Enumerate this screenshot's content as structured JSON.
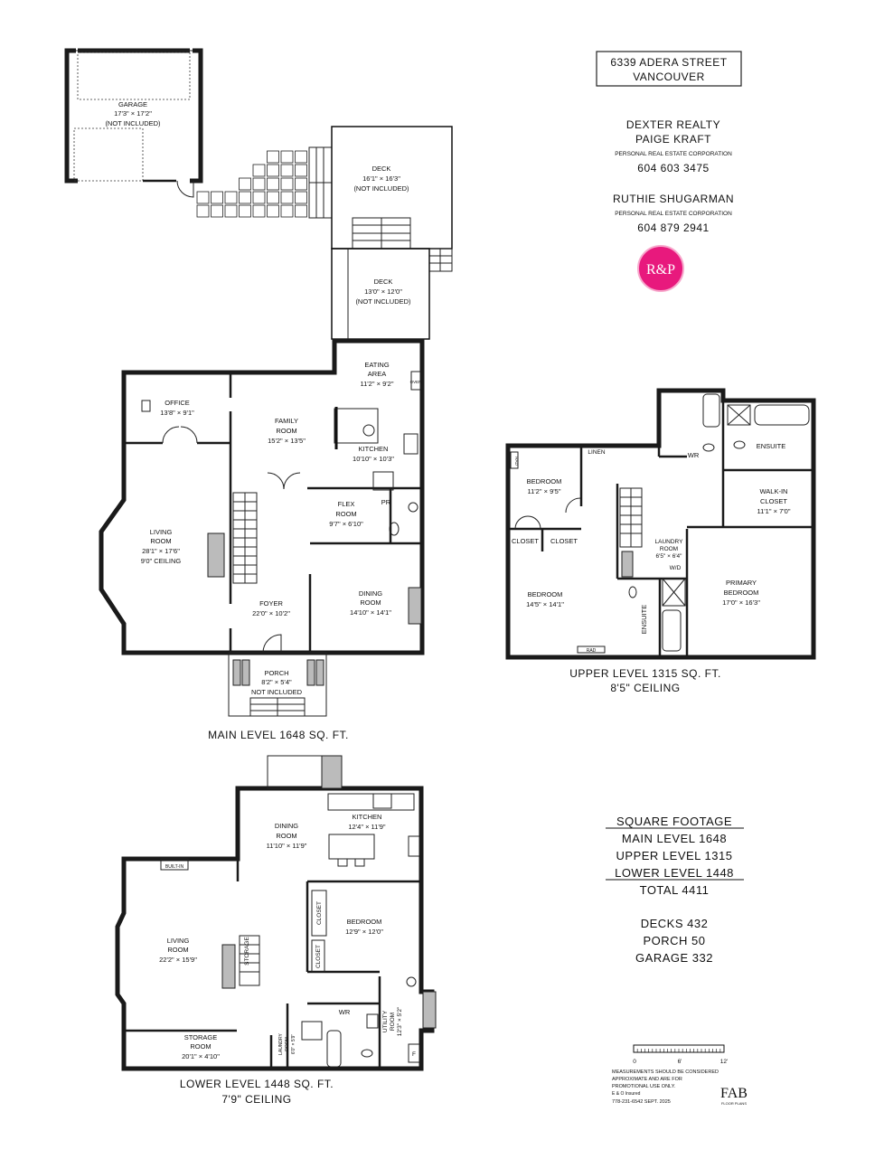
{
  "header": {
    "address_line1": "6339 ADERA STREET",
    "address_line2": "VANCOUVER",
    "brokerage": "DEXTER REALTY",
    "agent1_name": "PAIGE KRAFT",
    "agent1_corp": "PERSONAL REAL ESTATE CORPORATION",
    "agent1_phone": "604 603 3475",
    "agent2_name": "RUTHIE SHUGARMAN",
    "agent2_corp": "PERSONAL REAL ESTATE CORPORATION",
    "agent2_phone": "604 879 2941",
    "logo_text": "R&P",
    "logo_color": "#e8197d"
  },
  "exterior": {
    "garage": {
      "name": "GARAGE",
      "size": "17'3\" × 17'2\"",
      "note": "(NOT INCLUDED)"
    },
    "deck_upper": {
      "name": "DECK",
      "size": "16'1\" × 16'3\"",
      "note": "(NOT INCLUDED)"
    },
    "deck_lower": {
      "name": "DECK",
      "size": "13'0\" × 12'0\"",
      "note": "(NOT INCLUDED)"
    }
  },
  "main_level": {
    "title": "MAIN LEVEL 1648 SQ. FT.",
    "rooms": {
      "office": {
        "name": "OFFICE",
        "size": "13'8\" × 9'1\""
      },
      "family": {
        "name1": "FAMILY",
        "name2": "ROOM",
        "size": "15'2\" × 13'5\""
      },
      "eating": {
        "name1": "EATING",
        "name2": "AREA",
        "size": "11'2\" × 9'2\""
      },
      "kitchen": {
        "name": "KITCHEN",
        "size": "10'10\" × 10'3\""
      },
      "living": {
        "name1": "LIVING",
        "name2": "ROOM",
        "size": "28'1\" × 17'6\"",
        "ceiling": "9'0\" CEILING"
      },
      "flex": {
        "name1": "FLEX",
        "name2": "ROOM",
        "size": "9'7\" × 6'10\""
      },
      "powder": {
        "name": "PR"
      },
      "foyer": {
        "name": "FOYER",
        "size": "22'0\" × 10'2\""
      },
      "dining": {
        "name1": "DINING",
        "name2": "ROOM",
        "size": "14'10\" × 14'1\""
      },
      "porch": {
        "name": "PORCH",
        "size": "8'2\" × 5'4\"",
        "note": "NOT INCLUDED"
      },
      "oven": {
        "name": "OVEN"
      }
    }
  },
  "upper_level": {
    "title": "UPPER LEVEL 1315 SQ. FT.",
    "ceiling": "8'5\" CEILING",
    "rooms": {
      "bedroom1": {
        "name": "BEDROOM",
        "size": "11'2\" × 9'5\""
      },
      "closet1": {
        "name": "CLOSET"
      },
      "closet2": {
        "name": "CLOSET"
      },
      "linen": {
        "name": "LINEN"
      },
      "bedroom2": {
        "name": "BEDROOM",
        "size": "14'5\" × 14'1\""
      },
      "ensuite1": {
        "name": "ENSUITE"
      },
      "wr": {
        "name": "WR"
      },
      "ensuite2": {
        "name": "ENSUITE"
      },
      "walkin": {
        "name1": "WALK-IN",
        "name2": "CLOSET",
        "size": "11'1\" × 7'0\""
      },
      "laundry": {
        "name1": "LAUNDRY",
        "name2": "ROOM",
        "size": "6'5\" × 6'4\""
      },
      "wd": {
        "name": "W/D"
      },
      "primary": {
        "name1": "PRIMARY",
        "name2": "BEDROOM",
        "size": "17'0\" × 16'3\""
      },
      "rad1": {
        "name": "RAD"
      },
      "rad2": {
        "name": "RAD"
      }
    }
  },
  "lower_level": {
    "title": "LOWER LEVEL 1448 SQ. FT.",
    "ceiling": "7'9\" CEILING",
    "rooms": {
      "dining": {
        "name1": "DINING",
        "name2": "ROOM",
        "size": "11'10\" × 11'9\""
      },
      "kitchen": {
        "name": "KITCHEN",
        "size": "12'4\" × 11'9\""
      },
      "builtin": {
        "name": "BUILT-IN"
      },
      "living": {
        "name1": "LIVING",
        "name2": "ROOM",
        "size": "22'2\" × 15'9\""
      },
      "storage": {
        "name": "STORAGE"
      },
      "closet1": {
        "name": "CLOSET"
      },
      "closet2": {
        "name": "CLOSET"
      },
      "bedroom": {
        "name": "BEDROOM",
        "size": "12'9\" × 12'0\""
      },
      "wr": {
        "name": "WR"
      },
      "laundry": {
        "name1": "LAUNDRY",
        "name2": "ROOM",
        "size": "6'0\" × 5'9\""
      },
      "utility": {
        "name1": "UTILITY",
        "name2": "ROOM",
        "size": "12'3\" × 5'2\""
      },
      "storage_room": {
        "name1": "STORAGE",
        "name2": "ROOM",
        "size": "20'1\" × 4'10\""
      },
      "furnace": {
        "name": "F"
      }
    }
  },
  "summary": {
    "heading": "SQUARE FOOTAGE",
    "main": "MAIN LEVEL 1648",
    "upper": "UPPER LEVEL 1315",
    "lower": "LOWER LEVEL 1448",
    "total": "TOTAL 4411",
    "decks": "DECKS 432",
    "porch": "PORCH 50",
    "garage": "GARAGE 332"
  },
  "footer": {
    "scale_labels": [
      "0",
      "6'",
      "12'"
    ],
    "disclaimer1": "MEASUREMENTS SHOULD BE CONSIDERED",
    "disclaimer2": "APPROXIMATE AND ARE FOR",
    "disclaimer3": "PROMOTIONAL USE ONLY.",
    "insured": "E & O Insured",
    "contact": "778-231-6542  SEPT. 2025",
    "brand": "FAB",
    "brand_sub": "FLOOR PLANS"
  }
}
